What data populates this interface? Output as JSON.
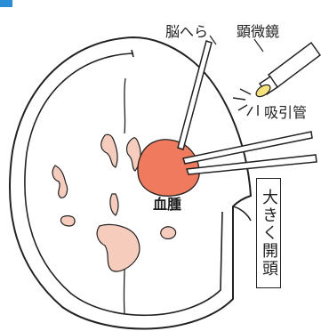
{
  "labels": {
    "brain_spatula": "脳へら",
    "surgical_microscope": "顕微鏡",
    "suction_tube": "吸引管",
    "hematoma": "血腫",
    "large_craniotomy": "大きく開頭"
  },
  "colors": {
    "hematoma_fill": "#ef7a5e",
    "ventricle_fill": "#f6cdbd",
    "outline": "#222222",
    "header_accent": "#2a8fd6",
    "light_glow": "#f7e27a"
  }
}
